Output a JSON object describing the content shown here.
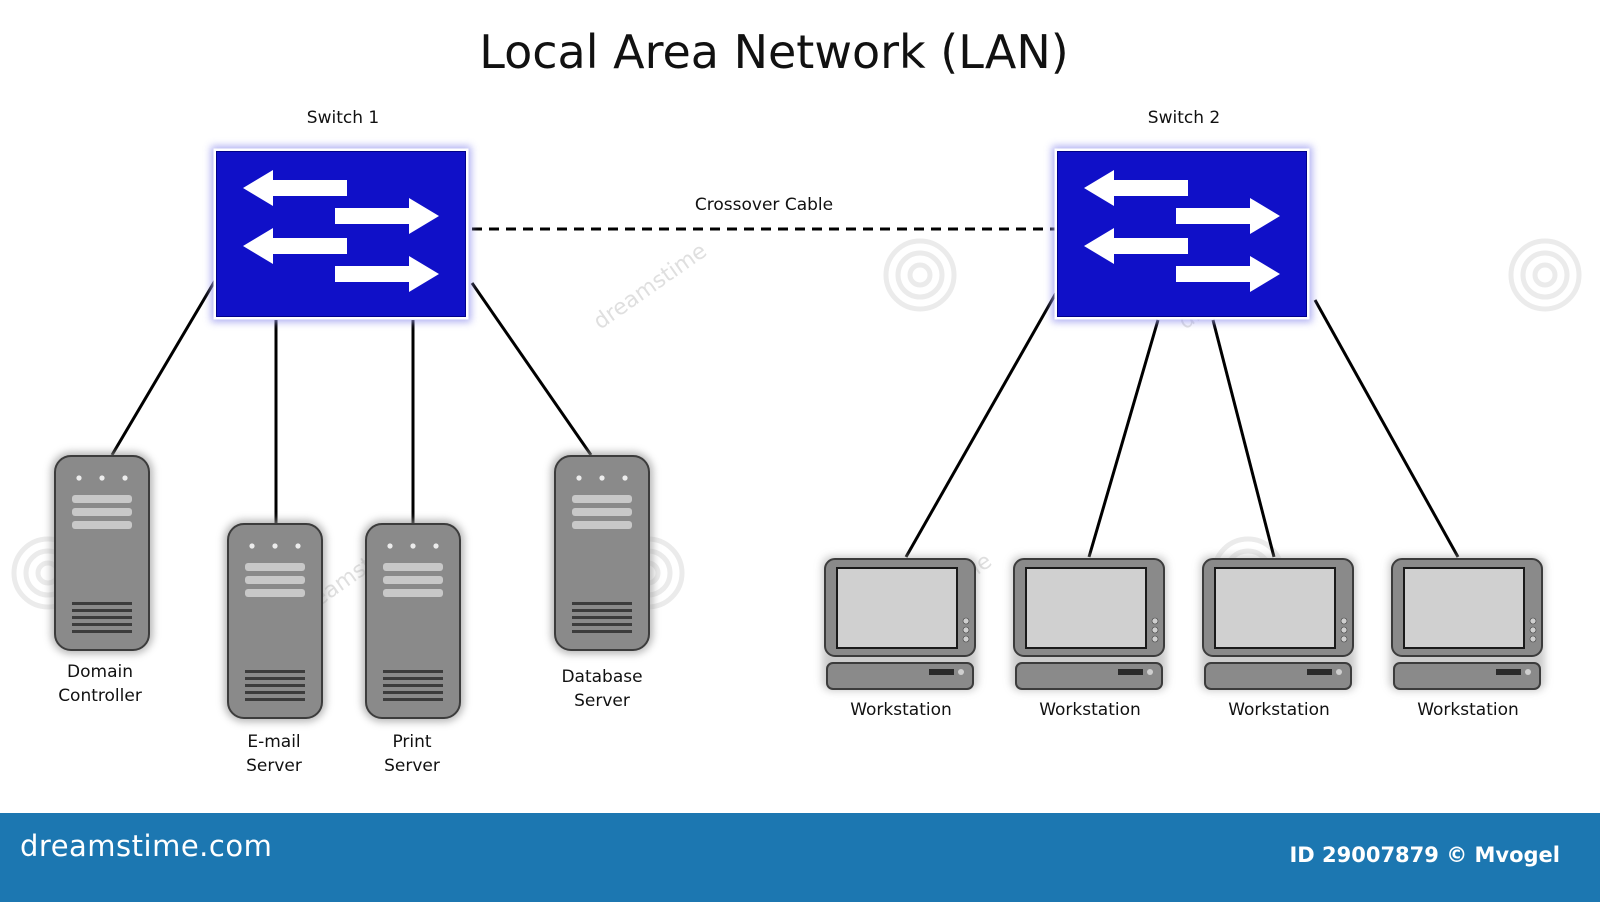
{
  "title": "Local Area Network (LAN)",
  "switches": [
    {
      "id": "switch1",
      "label": "Switch 1"
    },
    {
      "id": "switch2",
      "label": "Switch 2"
    }
  ],
  "link": {
    "label": "Crossover Cable"
  },
  "servers": [
    {
      "id": "domain",
      "line1": "Domain",
      "line2": "Controller"
    },
    {
      "id": "email",
      "line1": "E-mail",
      "line2": "Server"
    },
    {
      "id": "print",
      "line1": "Print",
      "line2": "Server"
    },
    {
      "id": "database",
      "line1": "Database",
      "line2": "Server"
    }
  ],
  "workstations": [
    {
      "label": "Workstation"
    },
    {
      "label": "Workstation"
    },
    {
      "label": "Workstation"
    },
    {
      "label": "Workstation"
    }
  ],
  "watermark": "dreamstime",
  "footer": {
    "brand": "dreamstime.com",
    "credit": "ID 29007879 © Mvogel"
  },
  "colors": {
    "switch_fill": "#1010c8",
    "server_fill": "#8a8a8a",
    "screen_fill": "#d0d0d0",
    "footer_bg": "#1c77b1"
  }
}
